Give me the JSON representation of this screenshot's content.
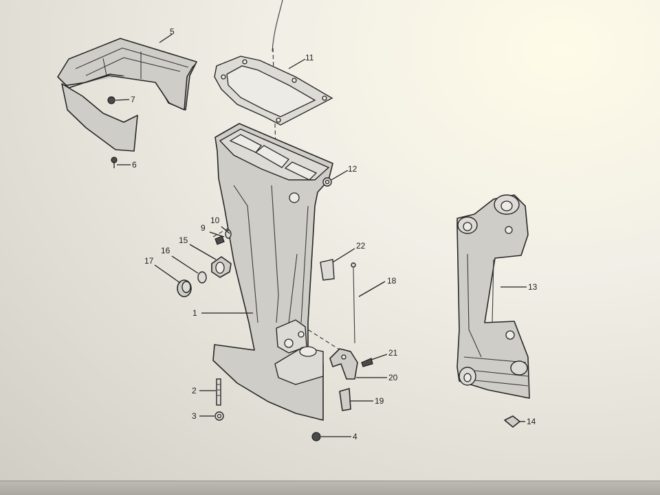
{
  "diagram": {
    "callouts": [
      {
        "id": "c1",
        "label": "1"
      },
      {
        "id": "c2",
        "label": "2"
      },
      {
        "id": "c3",
        "label": "3"
      },
      {
        "id": "c4",
        "label": "4"
      },
      {
        "id": "c5",
        "label": "5"
      },
      {
        "id": "c6",
        "label": "6"
      },
      {
        "id": "c7",
        "label": "7"
      },
      {
        "id": "c9",
        "label": "9"
      },
      {
        "id": "c10",
        "label": "10"
      },
      {
        "id": "c11",
        "label": "11"
      },
      {
        "id": "c12",
        "label": "12"
      },
      {
        "id": "c13",
        "label": "13"
      },
      {
        "id": "c14",
        "label": "14"
      },
      {
        "id": "c15",
        "label": "15"
      },
      {
        "id": "c16",
        "label": "16"
      },
      {
        "id": "c17",
        "label": "17"
      },
      {
        "id": "c18",
        "label": "18"
      },
      {
        "id": "c19",
        "label": "19"
      },
      {
        "id": "c20",
        "label": "20"
      },
      {
        "id": "c21",
        "label": "21"
      },
      {
        "id": "c22",
        "label": "22"
      }
    ]
  }
}
